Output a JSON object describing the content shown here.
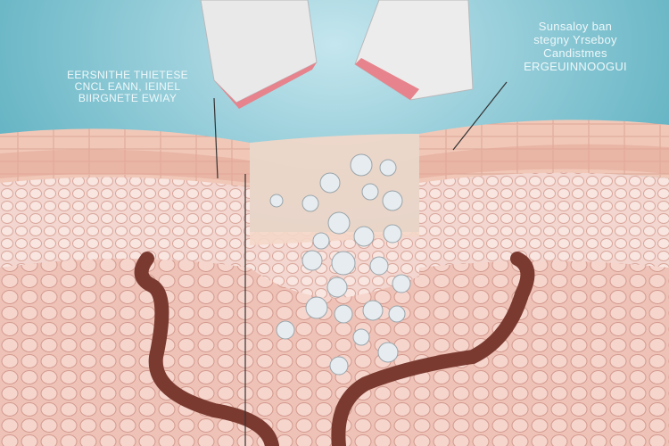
{
  "labels": {
    "left": [
      "EERSNITHE THIETESE",
      "CNCL EANN, IEINEL",
      "BIIRGNETE EWIAY"
    ],
    "right": [
      "Sunsaloy ban",
      "stegny Yrseboy",
      "Candistmes",
      "ERGEUINNOOGUI"
    ]
  },
  "colors": {
    "background": "#6fbccb",
    "skin_top": "#f0c8b8",
    "skin_layer": "#e8b3a3",
    "fat_layer": "#f3d9d2",
    "vessel": "#7a3a30",
    "particle": "#e6ecef"
  }
}
